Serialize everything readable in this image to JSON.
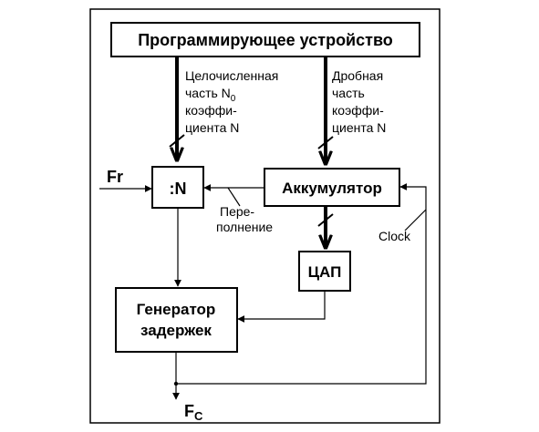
{
  "blocks": {
    "programmer": "Программирующее устройство",
    "divider": ":N",
    "accumulator": "Аккумулятор",
    "dac": "ЦАП",
    "generator_line1": "Генератор",
    "generator_line2": "задержек"
  },
  "labels": {
    "integer_part": [
      "Целочисленная",
      "часть N",
      "коэффи-",
      "циента N"
    ],
    "integer_part_subscript": "0",
    "fractional_part": [
      "Дробная",
      "часть",
      "коэффи-",
      "циента N"
    ],
    "overflow": [
      "Пере-",
      "полнение"
    ],
    "clock": "Clock",
    "input_signal": "Fr",
    "output_signal_base": "F",
    "output_signal_sub": "C"
  }
}
